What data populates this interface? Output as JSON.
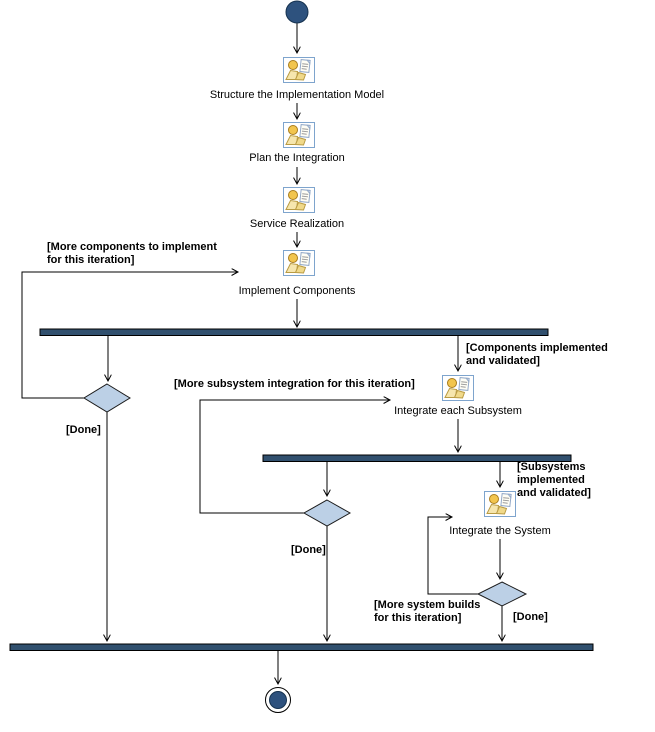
{
  "diagram": {
    "type": "uml-activity-diagram",
    "colors": {
      "background": "#ffffff",
      "line": "#000000",
      "sync_bar_fill": "#31506e",
      "sync_bar_border": "#000000",
      "initial_node_fill": "#2e527e",
      "initial_node_border": "#16324f",
      "final_node_fill": "#2e527e",
      "final_node_border": "#000000",
      "decision_fill": "#bcd0e6",
      "decision_border": "#1a1a1a",
      "icon_border": "#7ea4cd",
      "icon_head": "#f2c54e",
      "icon_body": "#f6e6ae",
      "icon_arm": "#f0d98a",
      "icon_page": "#fffef5"
    },
    "icons": {
      "activity": "worker-with-document-icon"
    },
    "activities": [
      {
        "label": "Structure the Implementation Model"
      },
      {
        "label": "Plan the Integration"
      },
      {
        "label": "Service Realization"
      },
      {
        "label": "Implement Components"
      },
      {
        "label": "Integrate each Subsystem"
      },
      {
        "label": "Integrate the System"
      }
    ],
    "guards": {
      "more_components": "[More components to implement\nfor this iteration]",
      "components_done": "[Done]",
      "components_validated": "[Components implemented\nand validated]",
      "more_subsystem": "[More subsystem integration for this iteration]",
      "subsystem_done": "[Done]",
      "subsystems_validated": "[Subsystems implemented\nand validated]",
      "more_system_builds": "[More system builds\nfor this iteration]",
      "system_done": "[Done]"
    }
  }
}
